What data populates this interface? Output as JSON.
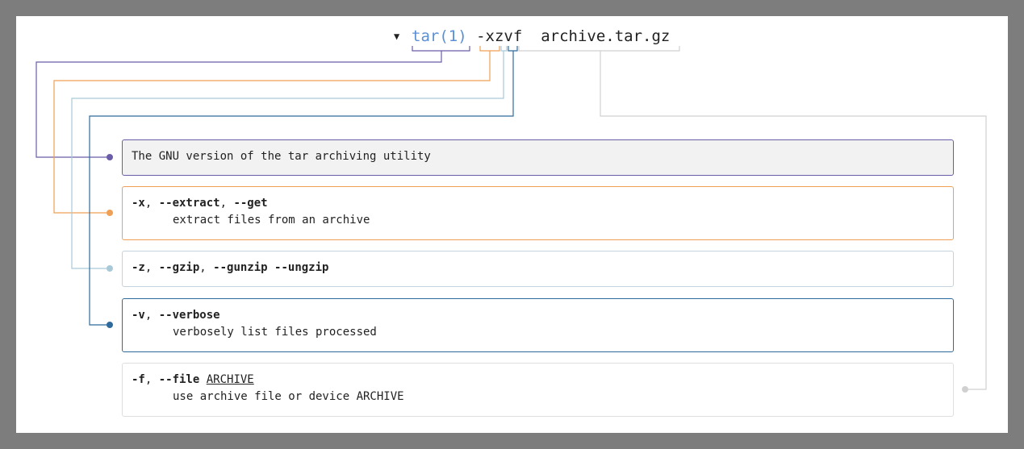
{
  "command": {
    "toggle_icon": "caret-down-icon",
    "program": "tar(1)",
    "flags": "-xzvf",
    "argument": "archive.tar.gz"
  },
  "cards": {
    "tar": {
      "text": "The GNU version of the tar archiving utility"
    },
    "x": {
      "flag_short": "-x",
      "sep1": ", ",
      "flag_long1": "--extract",
      "sep2": ", ",
      "flag_long2": "--get",
      "description": "extract files from an archive"
    },
    "z": {
      "flag_short": "-z",
      "sep1": ", ",
      "flag_long1": "--gzip",
      "sep2": ", ",
      "flag_long2": "--gunzip",
      "sep3": " ",
      "flag_long3": "--ungzip"
    },
    "v": {
      "flag_short": "-v",
      "sep1": ", ",
      "flag_long1": "--verbose",
      "description": "verbosely list files processed"
    },
    "f": {
      "flag_short": "-f",
      "sep1": ", ",
      "flag_long1": "--file",
      "arg": "ARCHIVE",
      "description": "use archive file or device ARCHIVE"
    }
  },
  "colors": {
    "program": "#5b8fd4",
    "tar": "#6a5ca8",
    "x": "#f0a055",
    "z": "#a9c9d8",
    "v": "#2f6a9c",
    "f": "#cccccc"
  }
}
